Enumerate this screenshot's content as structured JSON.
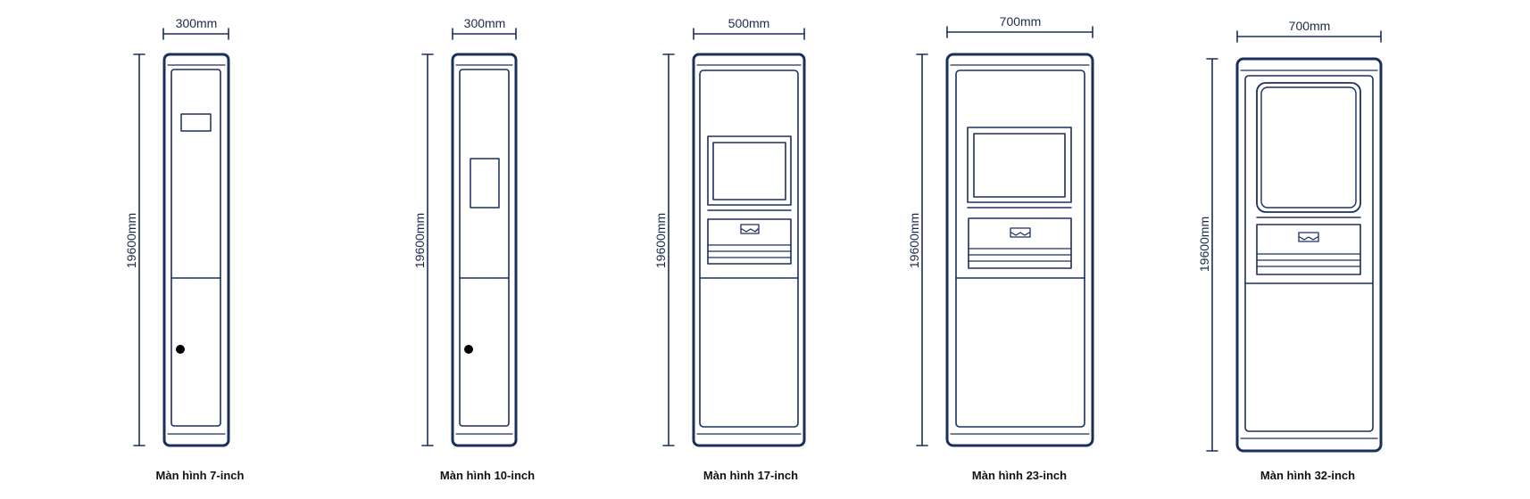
{
  "colors": {
    "line": "#1b2f5e",
    "text": "#1b2a4a",
    "caption": "#111111",
    "background": "#ffffff"
  },
  "kiosks": [
    {
      "model": "7-inch",
      "width_label": "300mm",
      "height_label": "19600mm",
      "caption": "Màn hình 7-inch",
      "screen": "small-panel",
      "has_keypad": false,
      "has_lock": true
    },
    {
      "model": "10-inch",
      "width_label": "300mm",
      "height_label": "19600mm",
      "caption": "Màn hình 10-inch",
      "screen": "tall-panel",
      "has_keypad": false,
      "has_lock": true
    },
    {
      "model": "17-inch",
      "width_label": "500mm",
      "height_label": "19600mm",
      "caption": "Màn hình 17-inch",
      "screen": "monitor",
      "has_keypad": true,
      "has_lock": false
    },
    {
      "model": "23-inch",
      "width_label": "700mm",
      "height_label": "19600mm",
      "caption": "Màn hình 23-inch",
      "screen": "monitor",
      "has_keypad": true,
      "has_lock": false
    },
    {
      "model": "32-inch",
      "width_label": "700mm",
      "height_label": "19600mm",
      "caption": "Màn hình 32-inch",
      "screen": "large-panel",
      "has_keypad": true,
      "has_lock": false
    }
  ]
}
